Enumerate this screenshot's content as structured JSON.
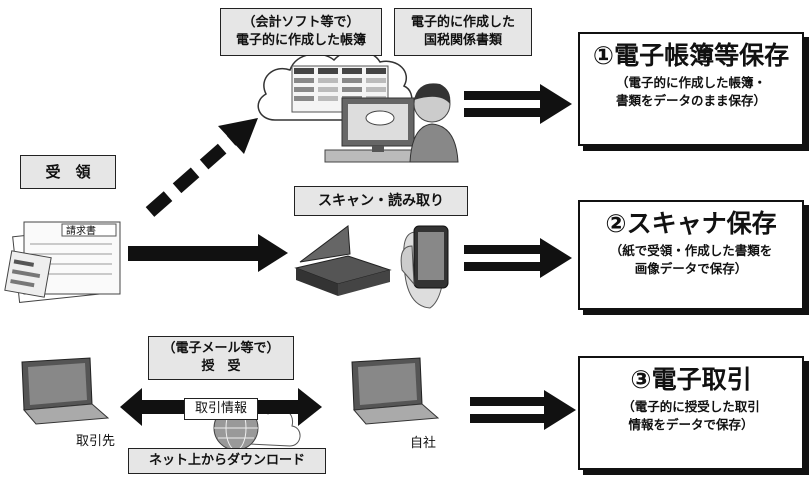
{
  "labels": {
    "accounting_software": "（会計ソフト等で）\n電子的に作成した帳簿",
    "tax_docs": "電子的に作成した\n国税関係書類",
    "receipt": "受　領",
    "scan": "スキャン・読み取り",
    "email": "（電子メール等で）\n授　受",
    "download": "ネット上からダウンロード",
    "transaction_info": "取引情報",
    "invoice": "請求書",
    "counterparty": "取引先",
    "own_company": "自社"
  },
  "results": [
    {
      "title": "①電子帳簿等保存",
      "desc": "（電子的に作成した帳簿・\n書類をデータのまま保存）"
    },
    {
      "title": "②スキャナ保存",
      "desc": "（紙で受領・作成した書類を\n画像データで保存）"
    },
    {
      "title": "③電子取引",
      "desc": "（電子的に授受した取引\n情報をデータで保存）"
    }
  ],
  "colors": {
    "label_bg": "#e6e6e6",
    "border": "#111111"
  }
}
